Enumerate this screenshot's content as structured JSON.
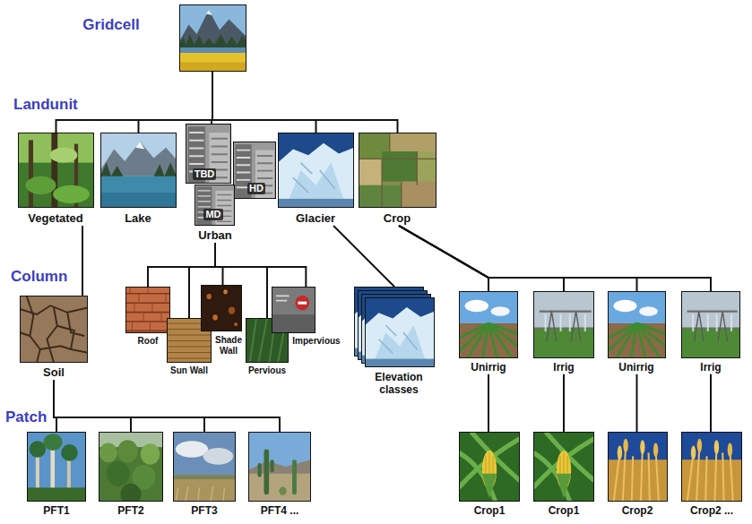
{
  "diagram": {
    "nodes": [
      {
        "text": [
          "Gridcell"
        ]
      },
      {
        "text": [
          "Vegetated"
        ]
      },
      {
        "text": [
          "Lake"
        ]
      },
      {
        "text": [
          "Urban"
        ]
      },
      {
        "text": [
          "TBD"
        ],
        "in": 3
      },
      {
        "text": [
          "HD"
        ],
        "in": 3
      },
      {
        "text": [
          "MD"
        ],
        "in": 3
      },
      {
        "text": [
          "Glacier"
        ]
      },
      {
        "text": [
          "Crop"
        ]
      },
      {
        "text": [
          "Soil"
        ]
      },
      {
        "text": [
          "Roof"
        ]
      },
      {
        "text": [
          "Sun Wall"
        ]
      },
      {
        "text": [
          "Shade Wall"
        ]
      },
      {
        "text": [
          "Pervious"
        ]
      },
      {
        "text": [
          "Impervious"
        ]
      },
      {
        "text": [
          "Elevation classes"
        ]
      },
      {
        "text": [
          "Unirrig"
        ]
      },
      {
        "text": [
          "Irrig"
        ]
      },
      {
        "text": [
          "Unirrig"
        ]
      },
      {
        "text": [
          "Irrig"
        ]
      },
      {
        "text": [
          "PFT1"
        ]
      },
      {
        "text": [
          "PFT2"
        ]
      },
      {
        "text": [
          "PFT3"
        ]
      },
      {
        "text": [
          "PFT4 ..."
        ]
      },
      {
        "text": [
          "Crop1"
        ]
      },
      {
        "text": [
          "Crop1"
        ]
      },
      {
        "text": [
          "Crop2"
        ]
      },
      {
        "text": [
          "Crop2 ..."
        ]
      }
    ],
    "edges": [
      {
        "from": 0,
        "to": 1,
        "arrow": "none"
      },
      {
        "from": 0,
        "to": 2,
        "arrow": "none"
      },
      {
        "from": 0,
        "to": 3,
        "arrow": "none"
      },
      {
        "from": 0,
        "to": 7,
        "arrow": "none"
      },
      {
        "from": 0,
        "to": 8,
        "arrow": "none"
      },
      {
        "from": 1,
        "to": 9,
        "arrow": "none"
      },
      {
        "from": 3,
        "to": 10,
        "arrow": "none"
      },
      {
        "from": 3,
        "to": 11,
        "arrow": "none"
      },
      {
        "from": 3,
        "to": 12,
        "arrow": "none"
      },
      {
        "from": 3,
        "to": 13,
        "arrow": "none"
      },
      {
        "from": 3,
        "to": 14,
        "arrow": "none"
      },
      {
        "from": 7,
        "to": 15,
        "arrow": "none"
      },
      {
        "from": 8,
        "to": 16,
        "arrow": "none"
      },
      {
        "from": 8,
        "to": 17,
        "arrow": "none"
      },
      {
        "from": 8,
        "to": 18,
        "arrow": "none"
      },
      {
        "from": 8,
        "to": 19,
        "arrow": "none"
      },
      {
        "from": 9,
        "to": 20,
        "arrow": "none"
      },
      {
        "from": 9,
        "to": 21,
        "arrow": "none"
      },
      {
        "from": 9,
        "to": 22,
        "arrow": "none"
      },
      {
        "from": 9,
        "to": 23,
        "arrow": "none"
      },
      {
        "from": 16,
        "to": 24,
        "arrow": "none"
      },
      {
        "from": 17,
        "to": 25,
        "arrow": "none"
      },
      {
        "from": 18,
        "to": 26,
        "arrow": "none"
      },
      {
        "from": 19,
        "to": 27,
        "arrow": "none"
      }
    ],
    "labels": [
      "Landunit",
      "Column",
      "Patch"
    ]
  }
}
